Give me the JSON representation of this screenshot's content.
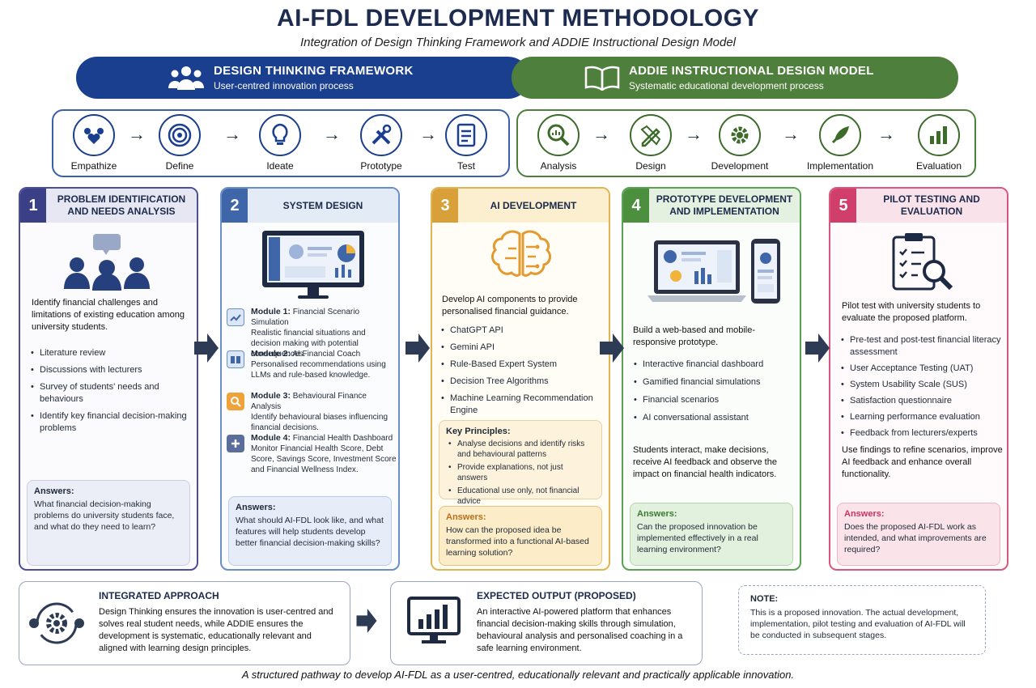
{
  "title": "AI-FDL DEVELOPMENT METHODOLOGY",
  "subtitle": "Integration of Design Thinking Framework and ADDIE Instructional Design Model",
  "banners": {
    "dt": {
      "title": "DESIGN THINKING FRAMEWORK",
      "sub": "User-centred innovation process"
    },
    "addie": {
      "title": "ADDIE INSTRUCTIONAL DESIGN MODEL",
      "sub": "Systematic educational development process"
    }
  },
  "dt_phases": [
    "Empathize",
    "Define",
    "Ideate",
    "Prototype",
    "Test"
  ],
  "addie_phases": [
    "Analysis",
    "Design",
    "Development",
    "Implementation",
    "Evaluation"
  ],
  "steps": [
    {
      "num": "1",
      "title": "PROBLEM IDENTIFICATION AND NEEDS ANALYSIS",
      "text": "Identify financial challenges and limitations of existing education among university students.",
      "bullets": [
        "Literature review",
        "Discussions with lecturers",
        "Survey of students' needs and behaviours",
        "Identify key financial decision-making problems"
      ],
      "answers_label": "Answers:",
      "answers": "What financial decision-making problems do university students face, and what do they need to learn?"
    },
    {
      "num": "2",
      "title": "SYSTEM DESIGN",
      "modules": [
        {
          "title": "Module 1:",
          "name": "Financial Scenario Simulation",
          "desc": "Realistic financial situations and decision making with potential consequences."
        },
        {
          "title": "Module 2:",
          "name": "AI Financial Coach",
          "desc": "Personalised recommendations using LLMs and rule-based knowledge."
        },
        {
          "title": "Module 3:",
          "name": "Behavioural Finance Analysis",
          "desc": "Identify behavioural biases influencing financial decisions."
        },
        {
          "title": "Module 4:",
          "name": "Financial Health Dashboard",
          "desc": "Monitor Financial Health Score, Debt Score, Savings Score, Investment Score and Financial Wellness Index."
        }
      ],
      "answers_label": "Answers:",
      "answers": "What should AI-FDL look like, and what features will help students develop better financial decision-making skills?"
    },
    {
      "num": "3",
      "title": "AI DEVELOPMENT",
      "text": "Develop AI components to provide personalised financial guidance.",
      "bullets": [
        "ChatGPT API",
        "Gemini API",
        "Rule-Based Expert System",
        "Decision Tree Algorithms",
        "Machine Learning Recommendation Engine"
      ],
      "kp_title": "Key Principles:",
      "kp": [
        "Analyse decisions and identify risks and behavioural patterns",
        "Provide explanations, not just answers",
        "Educational use only, not financial advice"
      ],
      "answers_label": "Answers:",
      "answers": "How can the proposed idea be transformed into a functional AI-based learning solution?"
    },
    {
      "num": "4",
      "title": "PROTOTYPE DEVELOPMENT AND IMPLEMENTATION",
      "text": "Build a web-based and mobile-responsive prototype.",
      "bullets": [
        "Interactive financial dashboard",
        "Gamified financial simulations",
        "Financial scenarios",
        "AI conversational assistant"
      ],
      "text2": "Students interact, make decisions, receive AI feedback and observe the impact on financial health indicators.",
      "answers_label": "Answers:",
      "answers": "Can the proposed innovation be implemented effectively in a real learning environment?"
    },
    {
      "num": "5",
      "title": "PILOT TESTING AND EVALUATION",
      "text": "Pilot test with university students to evaluate the proposed platform.",
      "bullets": [
        "Pre-test and post-test financial literacy assessment",
        "User Acceptance Testing (UAT)",
        "System Usability Scale (SUS)",
        "Satisfaction questionnaire",
        "Learning performance evaluation",
        "Feedback from lecturers/experts"
      ],
      "text2": "Use findings to refine scenarios, improve AI feedback and enhance overall functionality.",
      "answers_label": "Answers:",
      "answers": "Does the proposed AI-FDL work as intended, and what improvements are required?"
    }
  ],
  "integrated": {
    "title": "INTEGRATED APPROACH",
    "text": "Design Thinking ensures the innovation is user-centred and solves real student needs, while ADDIE ensures the development is systematic, educationally relevant and aligned with learning design principles."
  },
  "output": {
    "title": "EXPECTED OUTPUT (PROPOSED)",
    "text": "An interactive AI-powered platform that enhances financial decision-making skills through simulation, behavioural analysis and personalised coaching in a safe learning environment."
  },
  "note": {
    "title": "NOTE:",
    "text": "This is a proposed innovation. The actual development, implementation, pilot testing and evaluation of AI-FDL will be conducted in subsequent stages."
  },
  "footer": "A structured pathway to develop AI-FDL as a user-centred, educationally relevant and practically applicable innovation.",
  "colors": {
    "navy": "#1b3f8f",
    "green": "#4f7f3c",
    "step3": "#d9a03a",
    "step5": "#d03f6b"
  }
}
